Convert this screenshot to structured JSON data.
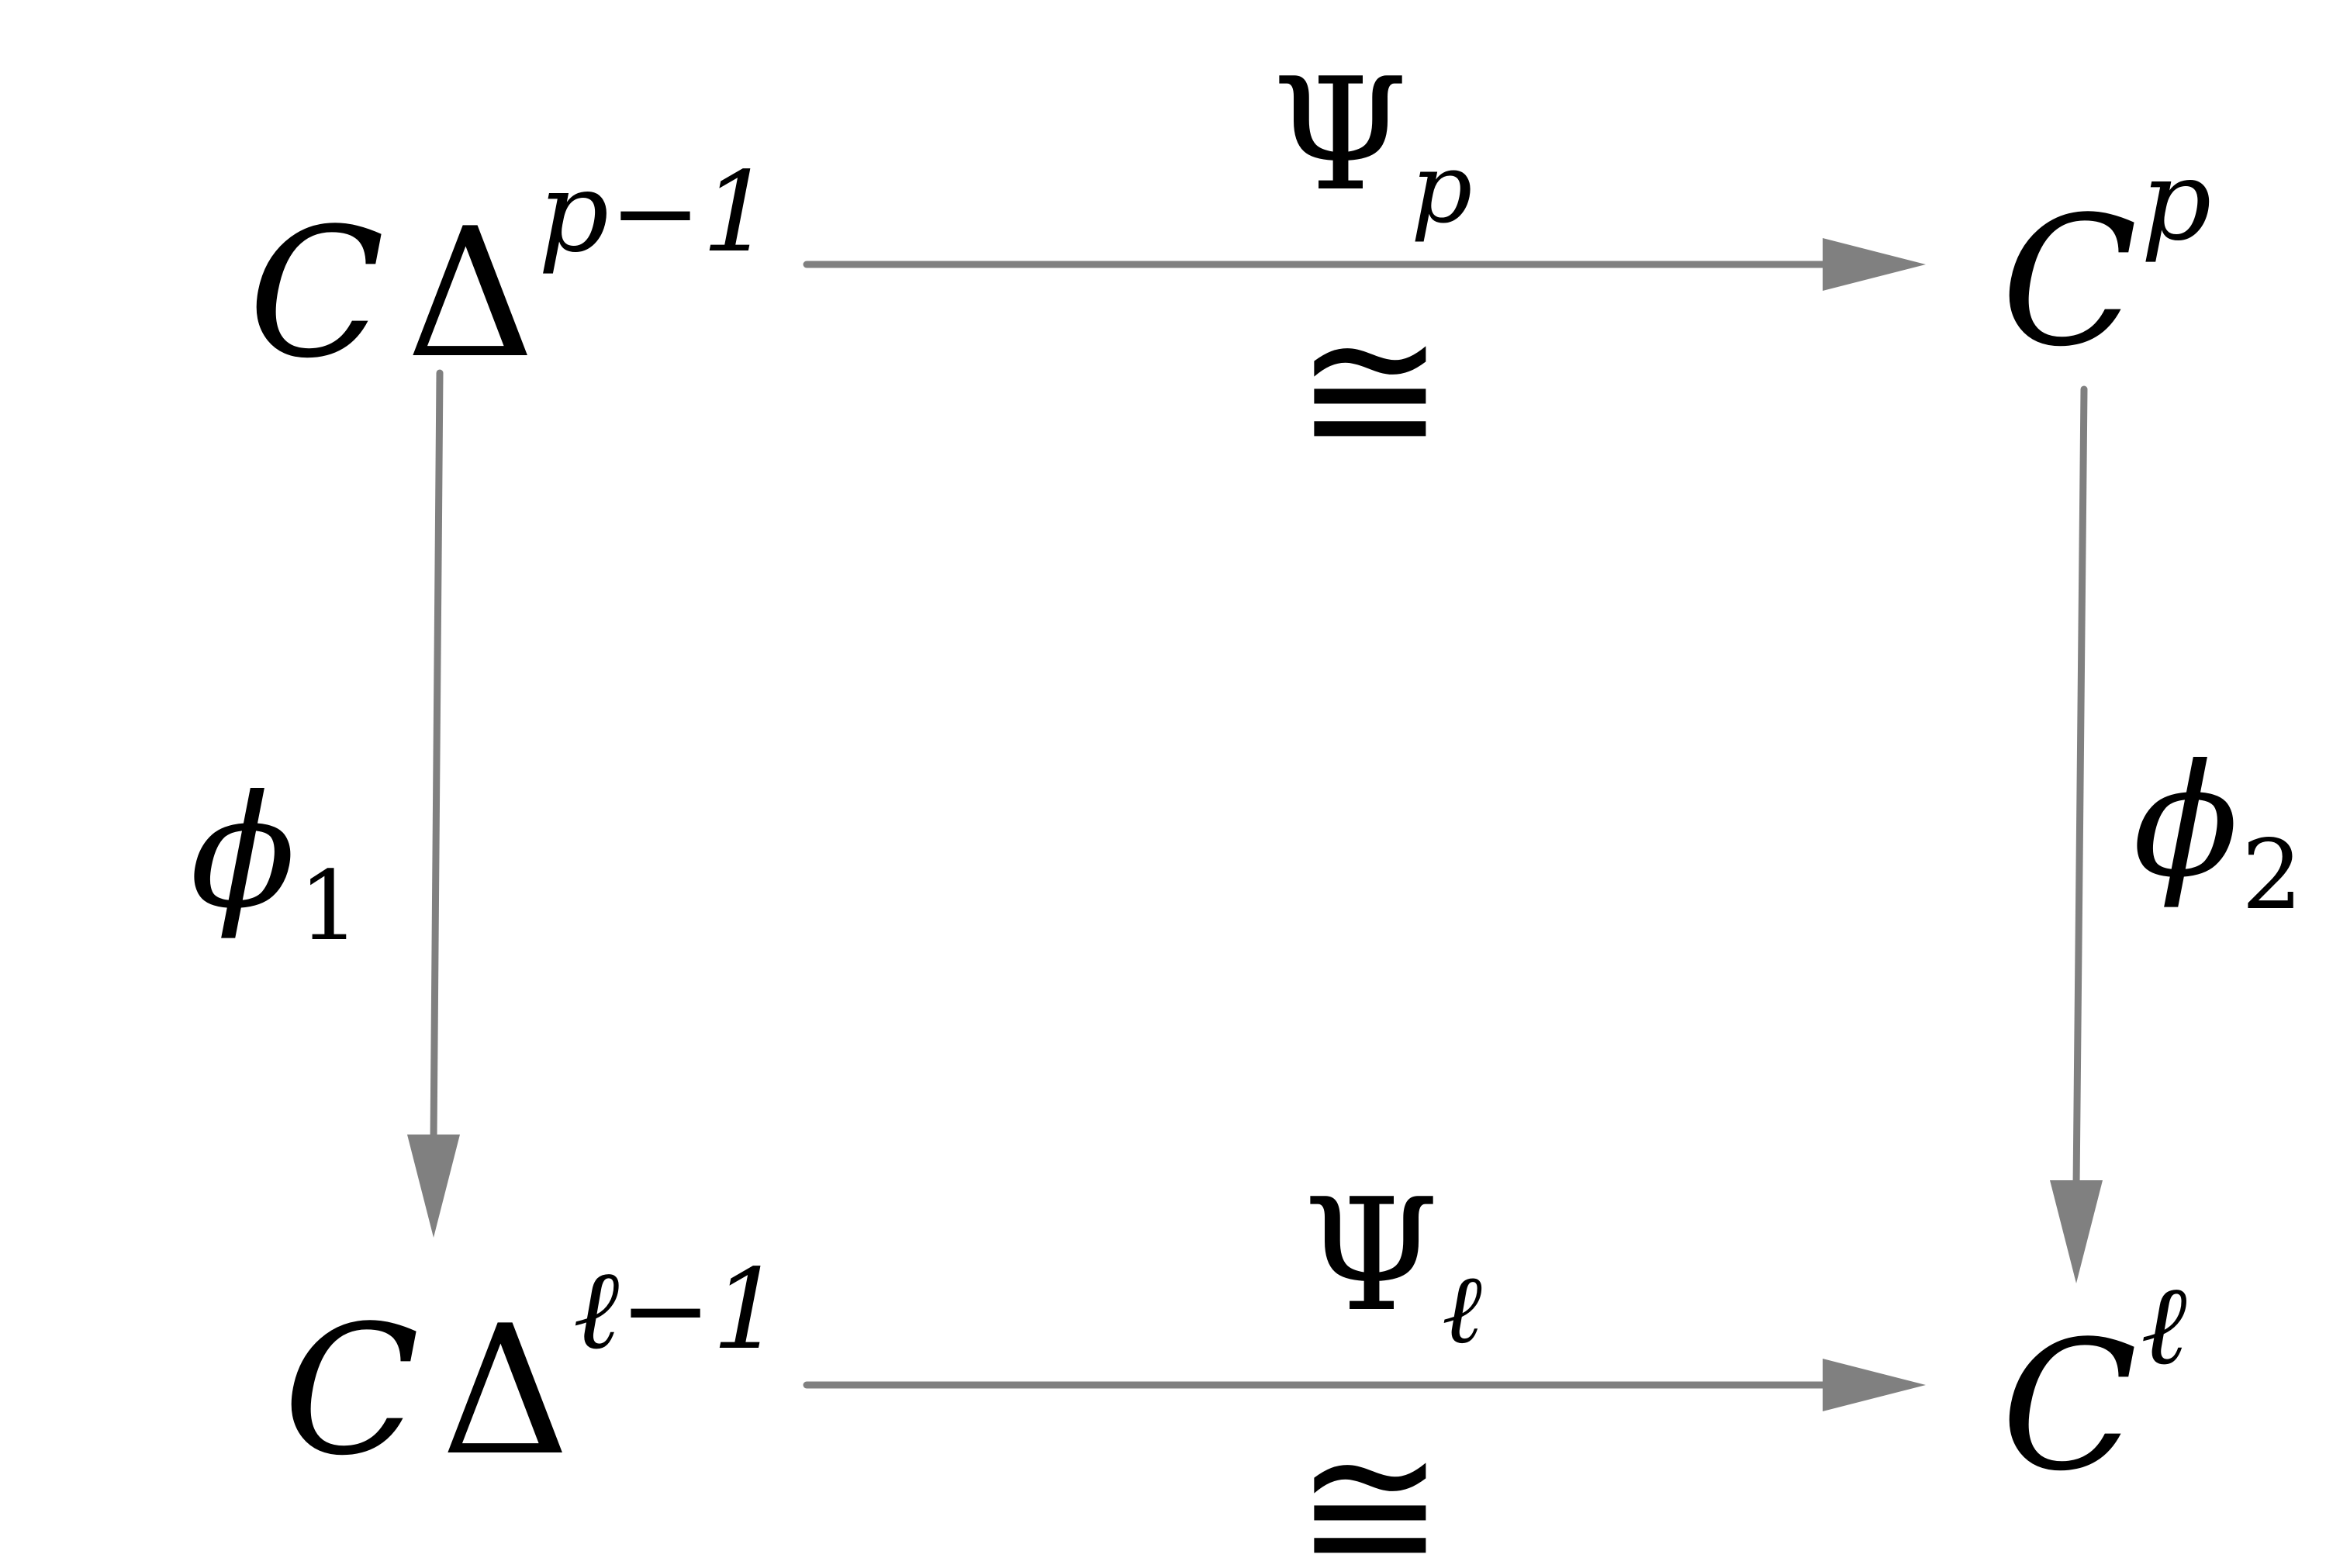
{
  "nodes": {
    "top_left": {
      "base": "C",
      "delta": "Δ",
      "sup": "p−1"
    },
    "top_right": {
      "base": "C",
      "sup": "p"
    },
    "bottom_left": {
      "base": "C",
      "delta": "Δ",
      "sup": "ℓ−1"
    },
    "bottom_right": {
      "base": "C",
      "sup": "ℓ"
    }
  },
  "arrows": {
    "top": {
      "label": "Ψ",
      "sub": "p",
      "iso": "≅"
    },
    "bottom": {
      "label": "Ψ",
      "sub": "ℓ",
      "iso": "≅"
    },
    "left": {
      "label": "ϕ",
      "sub": "1"
    },
    "right": {
      "label": "ϕ",
      "sub": "2"
    }
  },
  "colors": {
    "arrow": "#808080",
    "text": "#000000"
  }
}
